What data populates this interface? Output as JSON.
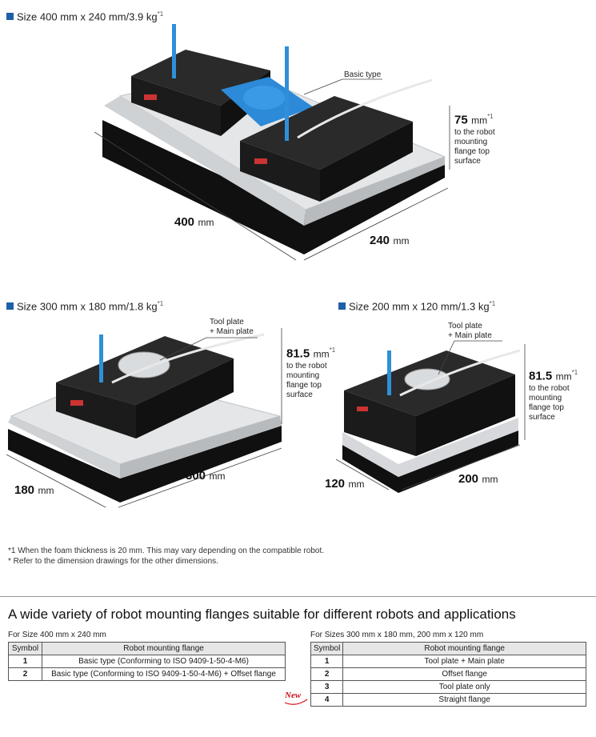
{
  "sections": {
    "large": {
      "title": "Size 400 mm x 240 mm/3.9 kg",
      "ref": "*1",
      "label": "Basic type",
      "height_num": "75",
      "height_unit": "mm",
      "height_ref": "*1",
      "height_note": [
        "to the robot",
        "mounting",
        "flange top",
        "surface"
      ],
      "dim_a_num": "400",
      "dim_a_unit": "mm",
      "dim_b_num": "240",
      "dim_b_unit": "mm"
    },
    "medium": {
      "title": "Size 300 mm x 180 mm/1.8 kg",
      "ref": "*1",
      "label": [
        "Tool plate",
        "+ Main plate"
      ],
      "height_num": "81.5",
      "height_unit": "mm",
      "height_ref": "*1",
      "height_note": [
        "to the robot",
        "mounting",
        "flange top",
        "surface"
      ],
      "dim_a_num": "300",
      "dim_a_unit": "mm",
      "dim_b_num": "180",
      "dim_b_unit": "mm"
    },
    "small": {
      "title": "Size 200 mm x 120 mm/1.3 kg",
      "ref": "*1",
      "label": [
        "Tool plate",
        "+ Main plate"
      ],
      "height_num": "81.5",
      "height_unit": "mm",
      "height_ref": "*1",
      "height_note": [
        "to the robot",
        "mounting",
        "flange top",
        "surface"
      ],
      "dim_a_num": "200",
      "dim_a_unit": "mm",
      "dim_b_num": "120",
      "dim_b_unit": "mm"
    }
  },
  "footnotes": [
    "*1  When the foam thickness is 20 mm. This may vary depending on the compatible robot.",
    "*  Refer to the dimension drawings for the other dimensions."
  ],
  "heading": "A wide variety of robot mounting flanges suitable for different robots and applications",
  "table_left": {
    "caption": "For Size 400 mm x 240 mm",
    "headers": [
      "Symbol",
      "Robot mounting flange"
    ],
    "rows": [
      [
        "1",
        "Basic type (Conforming to ISO 9409-1-50-4-M6)"
      ],
      [
        "2",
        "Basic type (Conforming to ISO 9409-1-50-4-M6) + Offset flange"
      ]
    ]
  },
  "table_right": {
    "caption": "For Sizes 300 mm x 180 mm, 200 mm x 120 mm",
    "headers": [
      "Symbol",
      "Robot mounting flange"
    ],
    "rows": [
      [
        "1",
        "Tool plate + Main plate"
      ],
      [
        "2",
        "Offset flange"
      ],
      [
        "3",
        "Tool plate only"
      ],
      [
        "4",
        "Straight flange"
      ]
    ],
    "new_badge": "New"
  },
  "colors": {
    "accent_blue": "#1f5fa6",
    "tube_blue": "#2f8fd8",
    "flange_blue": "#2c8ad8",
    "body_black": "#1b1b1b",
    "plate_silver": "#e4e6e8",
    "foam_black": "#101010",
    "new_red": "#d0101b"
  }
}
